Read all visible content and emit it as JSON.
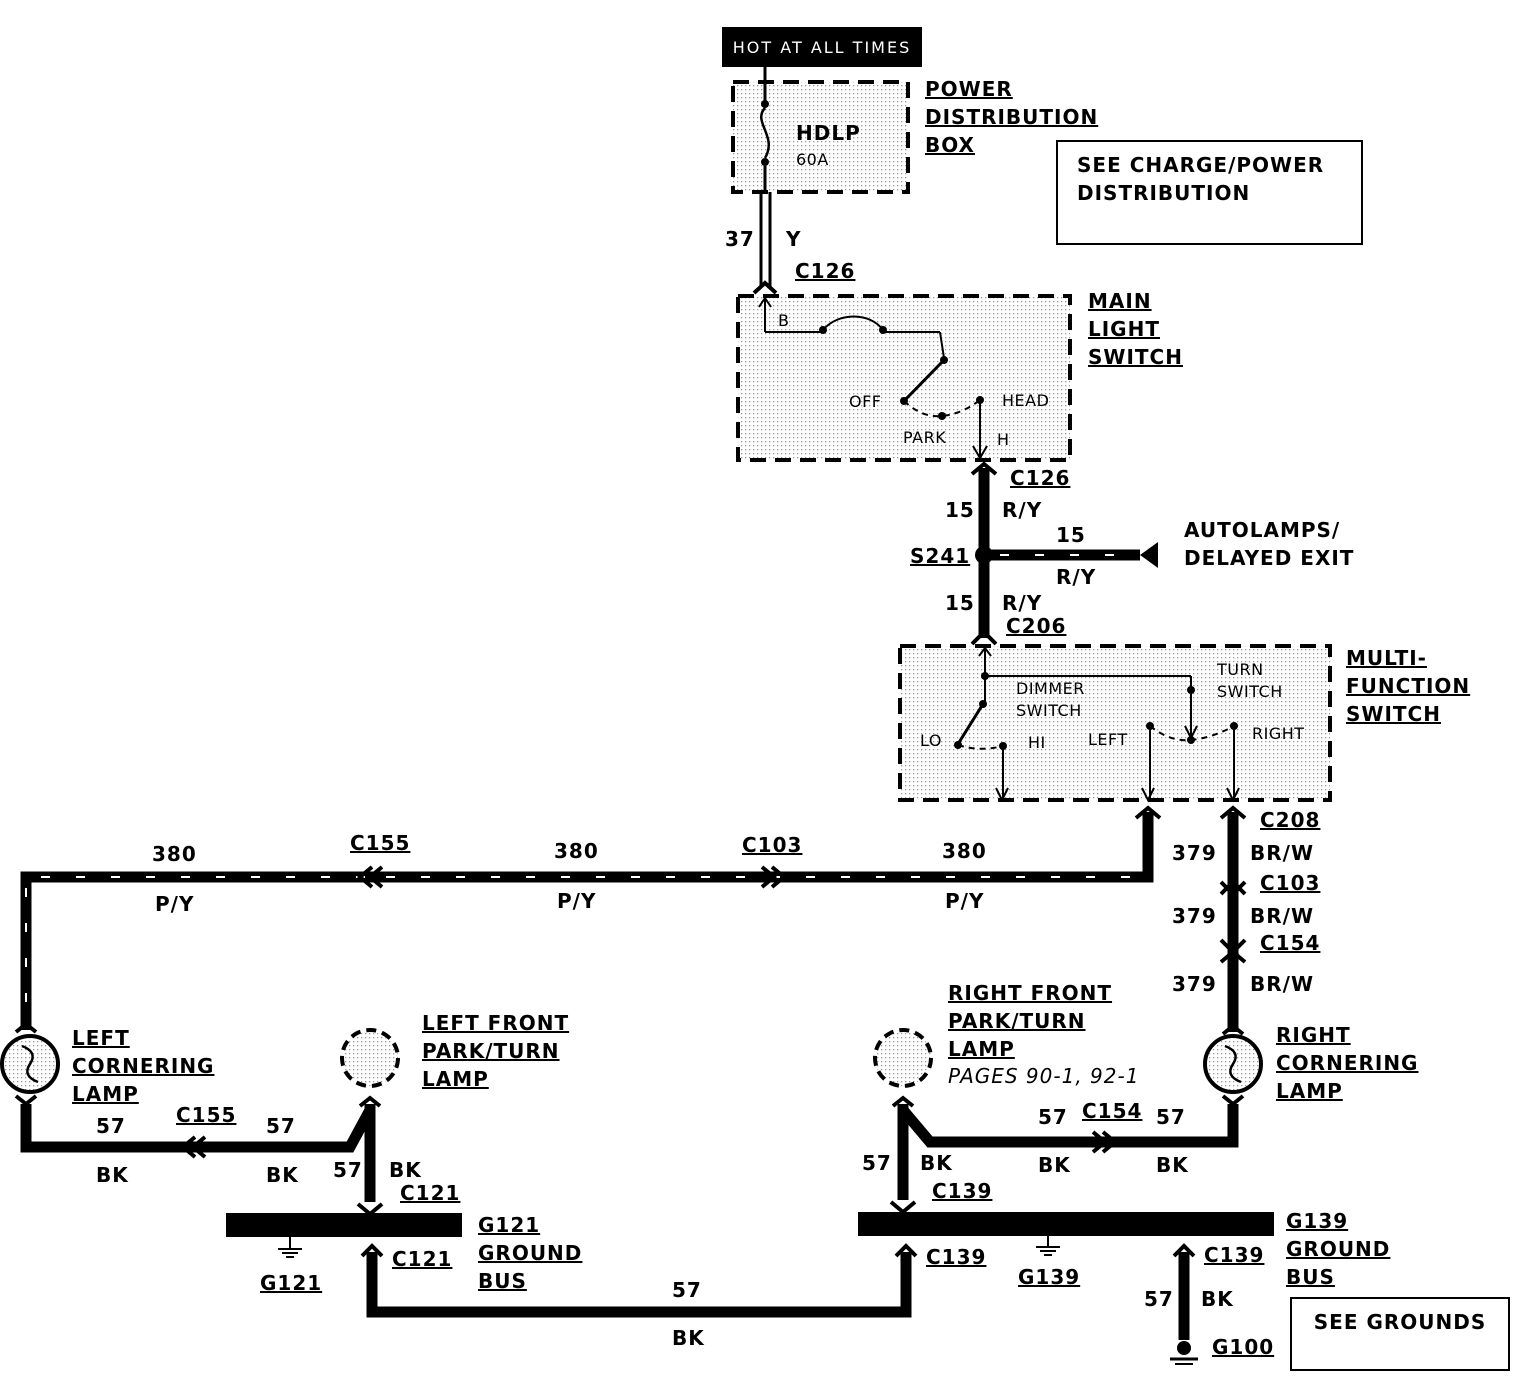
{
  "hot_at_all_times": "HOT AT ALL TIMES",
  "power_distribution_box": {
    "line1": "POWER",
    "line2": "DISTRIBUTION",
    "line3": "BOX"
  },
  "fuse": {
    "name": "HDLP",
    "rating": "60A"
  },
  "see_charge": {
    "line1": "SEE CHARGE/POWER",
    "line2": "DISTRIBUTION"
  },
  "circuit_37": {
    "number": "37",
    "color": "Y"
  },
  "main_light_switch": {
    "line1": "MAIN",
    "line2": "LIGHT",
    "line3": "SWITCH",
    "b": "B",
    "off": "OFF",
    "park": "PARK",
    "head": "HEAD",
    "h": "H"
  },
  "connectors": {
    "c126": "C126",
    "c206": "C206",
    "c208": "C208",
    "c103": "C103",
    "c154": "C154",
    "c155": "C155",
    "c121": "C121",
    "c139": "C139"
  },
  "splice": "S241",
  "circuit_15": {
    "number": "15",
    "color": "R/Y"
  },
  "autolamps": {
    "line1": "AUTOLAMPS/",
    "line2": "DELAYED EXIT"
  },
  "multi_function_switch": {
    "line1": "MULTI-",
    "line2": "FUNCTION",
    "line3": "SWITCH",
    "dimmer1": "DIMMER",
    "dimmer2": "SWITCH",
    "turn1": "TURN",
    "turn2": "SWITCH",
    "lo": "LO",
    "hi": "HI",
    "left": "LEFT",
    "right": "RIGHT"
  },
  "circuit_380": {
    "number": "380",
    "color": "P/Y"
  },
  "circuit_379": {
    "number": "379",
    "color": "BR/W"
  },
  "circuit_57": {
    "number": "57",
    "color": "BK"
  },
  "left_cornering_lamp": {
    "line1": "LEFT",
    "line2": "CORNERING",
    "line3": "LAMP"
  },
  "right_cornering_lamp": {
    "line1": "RIGHT",
    "line2": "CORNERING",
    "line3": "LAMP"
  },
  "left_front_lamp": {
    "line1": "LEFT FRONT",
    "line2": "PARK/TURN",
    "line3": "LAMP"
  },
  "right_front_lamp": {
    "line1": "RIGHT FRONT",
    "line2": "PARK/TURN",
    "line3": "LAMP",
    "pages": "PAGES 90-1, 92-1"
  },
  "g121_bus": {
    "line1": "G121",
    "line2": "GROUND",
    "line3": "BUS",
    "ground": "G121"
  },
  "g139_bus": {
    "line1": "G139",
    "line2": "GROUND",
    "line3": "BUS",
    "ground": "G139"
  },
  "g100": "G100",
  "see_grounds": "SEE GROUNDS"
}
